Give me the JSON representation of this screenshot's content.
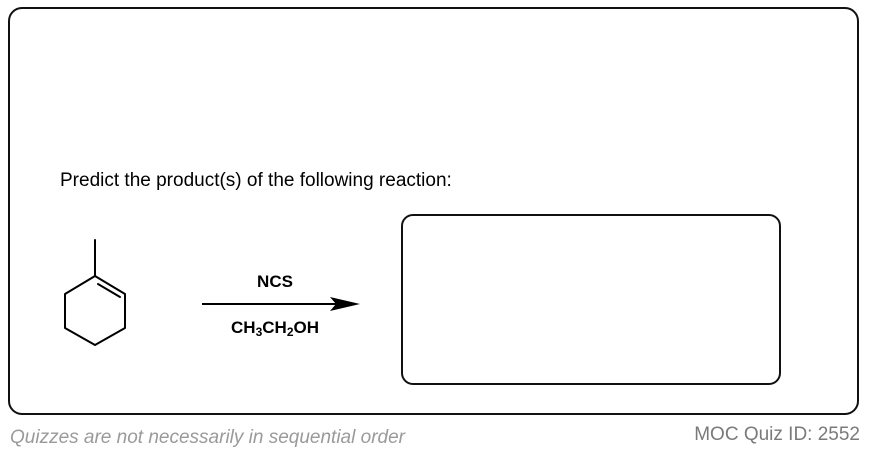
{
  "question": {
    "text": "Predict the product(s) of the following reaction:"
  },
  "reaction": {
    "reagent_top": "NCS",
    "reagent_bottom": {
      "part1": "CH",
      "sub1": "3",
      "part2": "CH",
      "sub2": "2",
      "part3": "OH"
    },
    "starting_material_icon": "1-methylcyclohexene-structure-icon",
    "arrow_icon": "reaction-arrow-icon"
  },
  "answer_box": {
    "content": ""
  },
  "footer": {
    "note": "Quizzes are not necessarily in sequential order",
    "quiz_id": "MOC Quiz ID: 2552"
  }
}
